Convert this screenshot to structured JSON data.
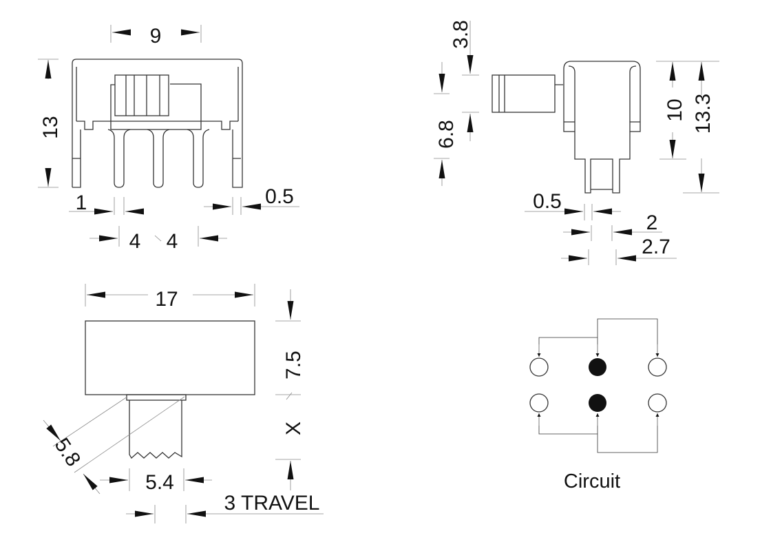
{
  "front_view": {
    "width_9": "9",
    "height_13": "13",
    "pin_1": "1",
    "leg_0_5": "0.5",
    "pitch_a": "4",
    "pitch_b": "4"
  },
  "side_view": {
    "dim_3_8": "3.8",
    "dim_6_8": "6.8",
    "dim_10": "10",
    "dim_13_3": "13.3",
    "dim_0_5": "0.5",
    "dim_2": "2",
    "dim_2_7": "2.7"
  },
  "top_view": {
    "dim_17": "17",
    "dim_7_5": "7.5",
    "dim_x": "X",
    "dim_5_8": "5.8",
    "dim_5_4": "5.4",
    "travel": "3 TRAVEL"
  },
  "circuit": {
    "label": "Circuit"
  }
}
